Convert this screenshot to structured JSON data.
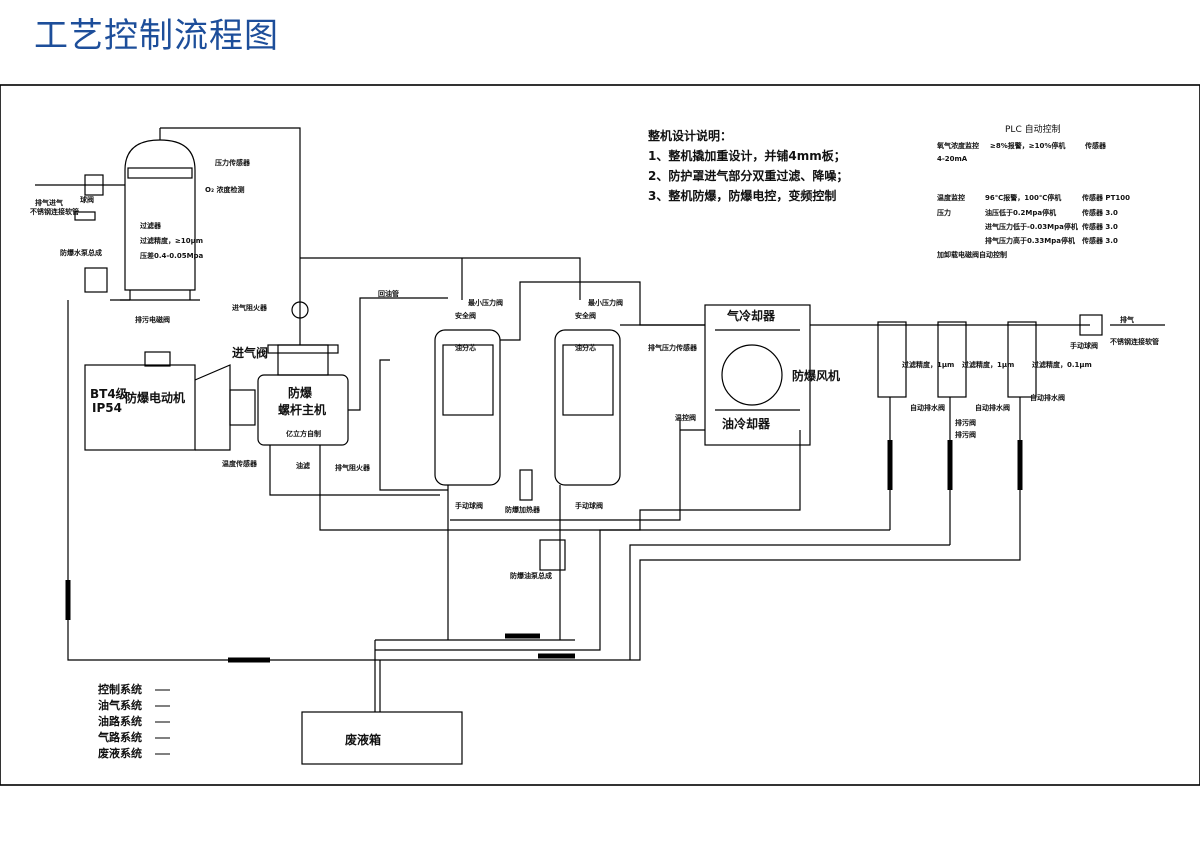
{
  "title": "工艺控制流程图",
  "notes": {
    "heading": "整机设计说明：",
    "items": [
      "1、整机撬加重设计，并铺4mm板；",
      "2、防护罩进气部分双重过滤、降噪；",
      "3、整机防爆，防爆电控，变频控制"
    ]
  },
  "plc": {
    "heading": "PLC 自动控制",
    "rows": [
      [
        "氧气浓度监控",
        "≥8%报警，≥10%停机",
        "传感器"
      ],
      [
        "4-20mA",
        "",
        ""
      ],
      [
        "温度监控",
        "96℃报警，100℃停机",
        "传感器 PT100"
      ],
      [
        "压力",
        "油压低于0.2Mpa停机",
        "传感器 3.0"
      ],
      [
        "",
        "进气压力低于-0.03Mpa停机",
        "传感器 3.0"
      ],
      [
        "",
        "排气压力高于0.33Mpa停机",
        "传感器 3.0"
      ],
      [
        "加卸载电磁阀自动控制",
        "",
        ""
      ]
    ]
  },
  "labels": {
    "pressure_sensor": "压力传感器",
    "o2_detect": "O₂ 浓度检测",
    "filter": "过滤器",
    "filter_spec1": "过滤精度，≥10μm",
    "filter_spec2": "压差0.4-0.05Mpa",
    "exhaust_left": "排气进气",
    "noreturn_left": "不锈钢连接软管",
    "ball_valve": "球阀",
    "pump_left": "防爆水泵总成",
    "valve_note": "排污电磁阀",
    "intake_arrester": "进气阻火器",
    "intake_valve": "进气阀",
    "motor_grade": "BT4级",
    "motor_ip": "IP54",
    "motor": "防爆电动机",
    "main1": "防爆",
    "main2": "螺杆主机",
    "main_sub": "亿立方自制",
    "temp_sensor": "温度传感器",
    "oil_filter": "油滤",
    "exhaust_arrester": "排气阻火器",
    "return_pipe": "回油管",
    "min_pressure1": "最小压力阀",
    "min_pressure2": "最小压力阀",
    "safety1": "安全阀",
    "safety2": "安全阀",
    "separator1": "油分芯",
    "separator2": "油分芯",
    "manual_ball1": "手动球阀",
    "manual_ball2": "手动球阀",
    "heater": "防爆加热器",
    "oil_pump": "防爆油泵总成",
    "exhaust_pressure": "排气压力传感器",
    "air_cooler": "气冷却器",
    "fan": "防爆风机",
    "oil_cooler": "油冷却器",
    "temp_valve": "温控阀",
    "filt1": "过滤精度，1μm",
    "filt2": "过滤精度，1μm",
    "filt3": "过滤精度，0.1μm",
    "auto_drain1": "自动排水阀",
    "auto_drain2": "自动排水阀",
    "auto_drain3": "自动排水阀",
    "drain_note1": "排污阀",
    "drain_note2": "排污阀",
    "exhaust_right": "排气",
    "manual_ball_right": "手动球阀",
    "noreturn_right": "不锈钢连接软管",
    "waste_tank": "废液箱"
  },
  "legend": [
    "控制系统",
    "油气系统",
    "油路系统",
    "气路系统",
    "废液系统"
  ]
}
